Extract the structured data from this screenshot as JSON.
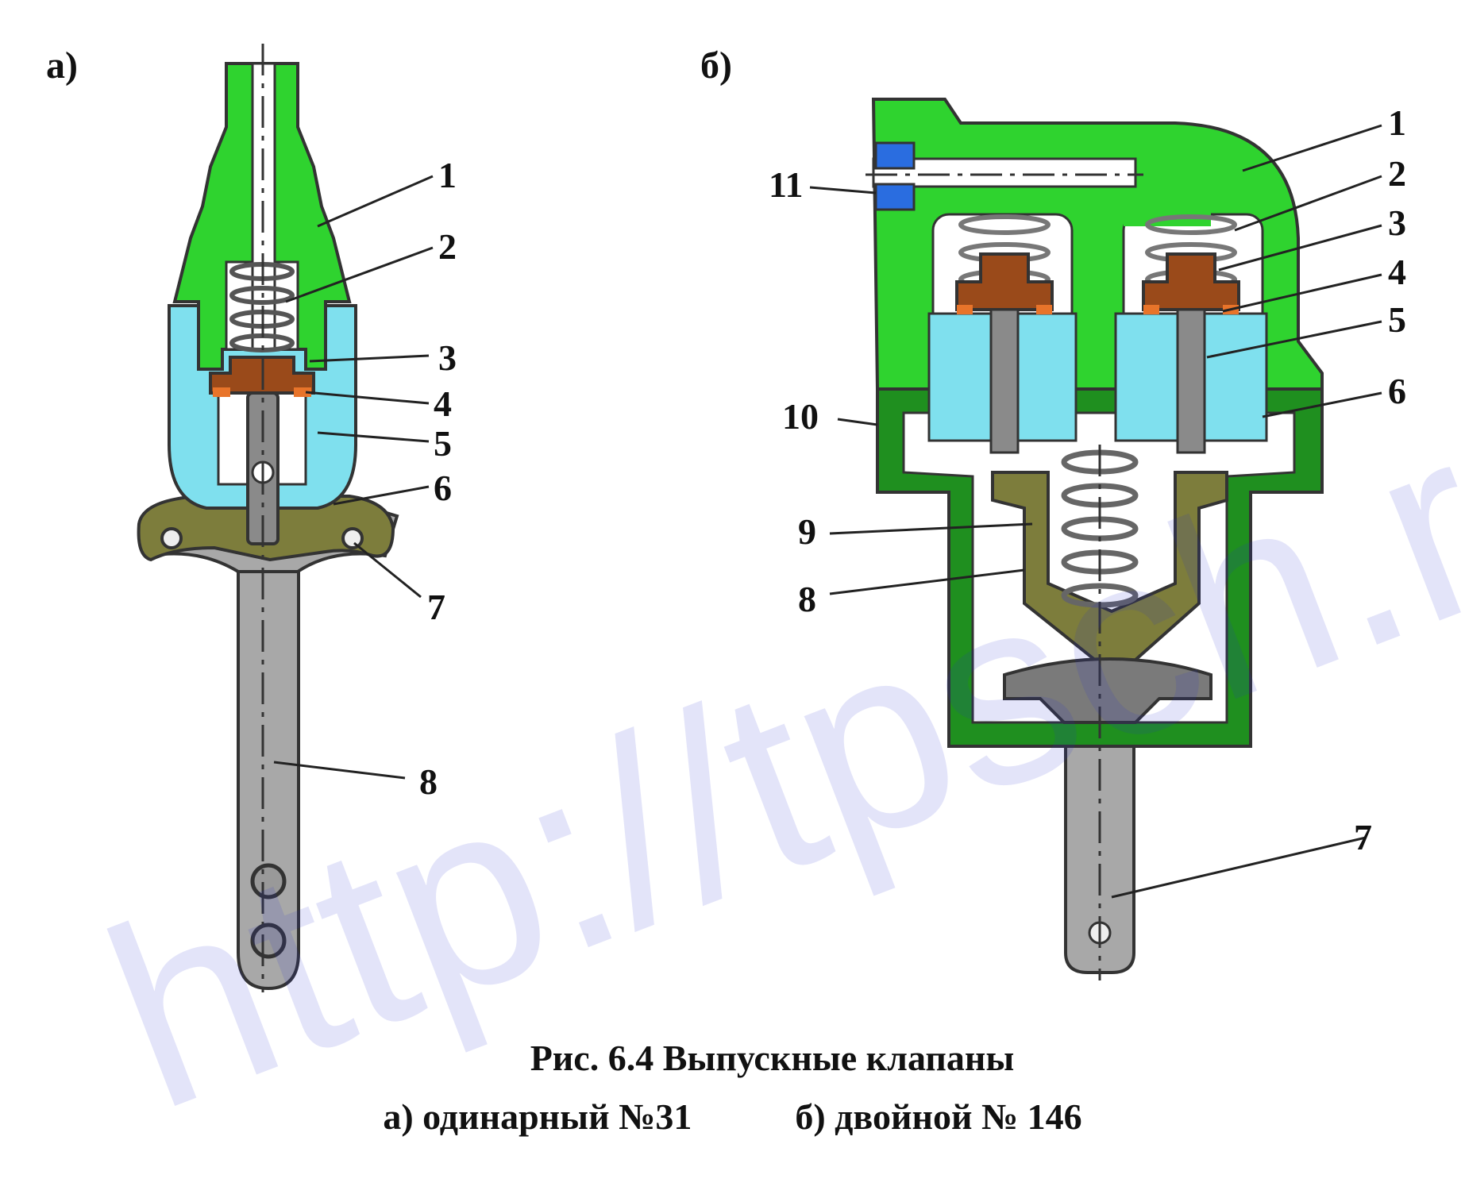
{
  "panels": {
    "a": "а)",
    "b": "б)"
  },
  "labels_a": [
    "1",
    "2",
    "3",
    "4",
    "5",
    "6",
    "7",
    "8"
  ],
  "labels_b": [
    "1",
    "2",
    "3",
    "4",
    "5",
    "6",
    "7",
    "8",
    "9",
    "10",
    "11"
  ],
  "caption": {
    "title": "Рис. 6.4 Выпускные клапаны",
    "sub_a": "а) одинарный №31",
    "sub_b": "б) двойной № 146"
  },
  "watermark": "http://tpsch.ru",
  "colors": {
    "body_green": "#2fd32f",
    "dark_green": "#1f8f1f",
    "seat_cyan": "#7fe0ee",
    "valve_brown": "#9a4a1a",
    "seal_orange": "#e8742a",
    "lever_olive": "#7d7d3c",
    "lever_gray": "#a8a8a8"
  }
}
